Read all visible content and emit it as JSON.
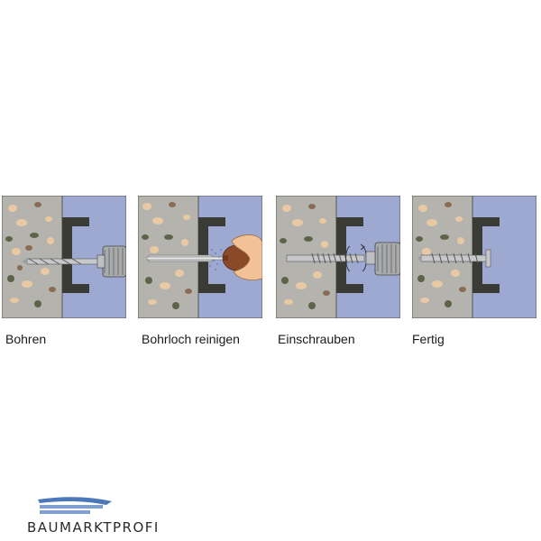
{
  "steps": [
    {
      "id": "bohren",
      "label": "Bohren"
    },
    {
      "id": "bohrloch-reinigen",
      "label": "Bohrloch reinigen"
    },
    {
      "id": "einschrauben",
      "label": "Einschrauben"
    },
    {
      "id": "fertig",
      "label": "Fertig"
    }
  ],
  "logo": {
    "text": "BAUMARKTPROFI"
  },
  "colors": {
    "concrete": "#b5b3ad",
    "fixture": "#9ea9d2",
    "profile": "#3b3b36",
    "stone_light": "#e8c9a3",
    "stone_dark": "#8a6c54",
    "stone_green": "#5d6448",
    "metal": "#c6c8ca",
    "bulb": "#8a4a2a",
    "hand": "#f2c196",
    "logo_blue": "#4a78b8"
  }
}
